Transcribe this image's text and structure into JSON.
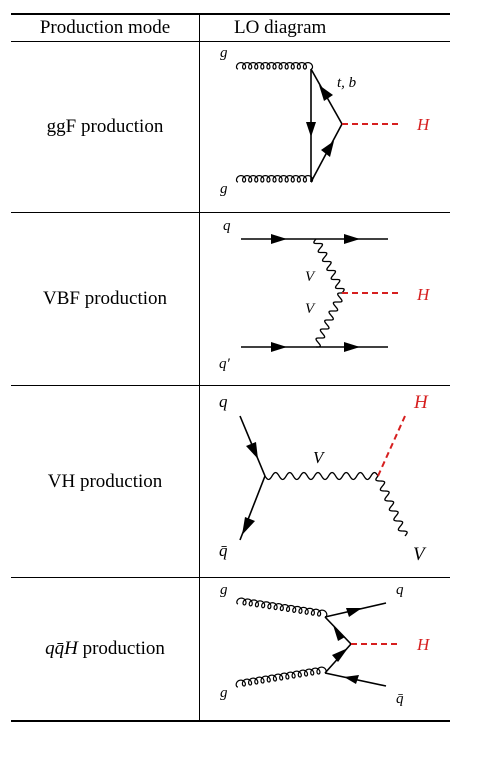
{
  "header": {
    "col1": "Production mode",
    "col2": "LO diagram"
  },
  "colors": {
    "higgs": "#d61f1f",
    "ink": "#000000"
  },
  "rows": [
    {
      "mode_main": "ggF",
      "mode_suffix": " production",
      "labels": {
        "g_top": "g",
        "g_bottom": "g",
        "quark": "t, b",
        "higgs": "H"
      }
    },
    {
      "mode_main": "VBF",
      "mode_suffix": " production",
      "labels": {
        "q_in": "q",
        "q_prime": "q′",
        "v_top": "V",
        "v_bottom": "V",
        "higgs": "H"
      }
    },
    {
      "mode_main": "VH",
      "mode_suffix": " production",
      "labels": {
        "q": "q",
        "qbar": "q̄",
        "v_mid": "V",
        "higgs": "H",
        "v_out": "V"
      }
    },
    {
      "mode_main": "qq̄H",
      "mode_suffix": " production",
      "labels": {
        "g_top": "g",
        "g_bottom": "g",
        "q_out": "q",
        "qbar_out": "q̄",
        "higgs": "H"
      }
    }
  ]
}
